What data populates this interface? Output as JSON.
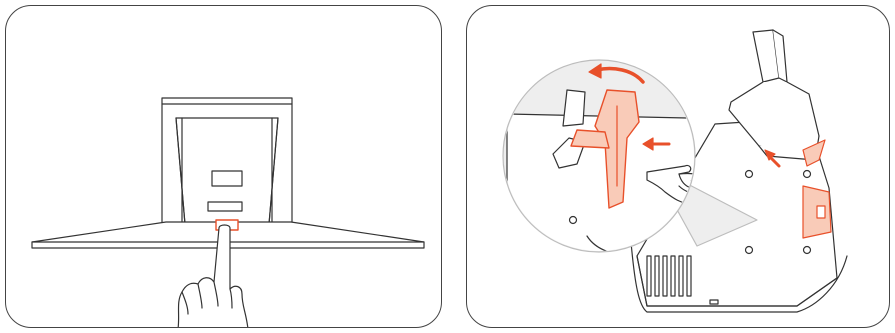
{
  "figure": {
    "panels": [
      {
        "id": "step-1",
        "depicts": "monitor-back-release-button",
        "icons": [
          "monitor-back-icon",
          "hand-pointer-icon",
          "release-button-icon"
        ]
      },
      {
        "id": "step-2",
        "depicts": "stand-bracket-detach",
        "icons": [
          "stand-bracket-icon",
          "magnifier-circle-icon",
          "rotate-arrow-icon",
          "push-arrow-icon",
          "hand-pointer-icon"
        ]
      }
    ],
    "colors": {
      "line": "#333333",
      "accent": "#e8502a",
      "accent_fill": "#f9cbb8",
      "magnifier_fill": "#eeeeee",
      "panel_border": "#444444"
    }
  }
}
